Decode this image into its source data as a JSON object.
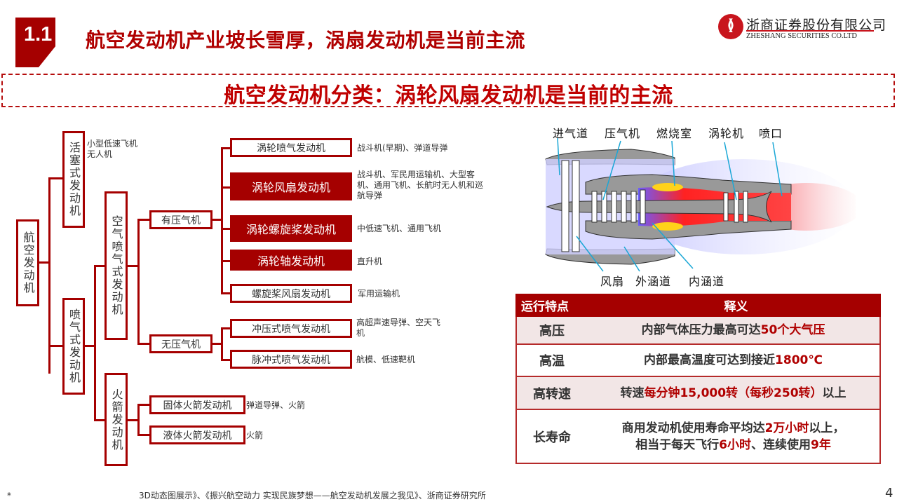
{
  "header": {
    "section_number": "1.1",
    "title": "航空发动机产业坡长雪厚，涡扇发动机是当前主流",
    "logo": {
      "cn": "浙商证券股份有限公司",
      "en": "ZHESHANG SECURITIES CO.LTD",
      "brand_color": "#c8151d"
    }
  },
  "banner": {
    "title": "航空发动机分类：涡轮风扇发动机是当前的主流"
  },
  "tree": {
    "root": "航空发动机",
    "piston": {
      "label": "活塞式发动机",
      "note": [
        "小型低速飞机",
        "无人机"
      ]
    },
    "jet": {
      "label": "喷气式发动机"
    },
    "air_jet": {
      "label": "空气喷气式发动机"
    },
    "rocket": {
      "label": "火箭发动机"
    },
    "with_compressor": {
      "label": "有压气机"
    },
    "without_compressor": {
      "label": "无压气机"
    },
    "compressor_engines": [
      {
        "label": "涡轮喷气发动机",
        "note": "战斗机(早期)、弹道导弹",
        "highlight": false
      },
      {
        "label": "涡轮风扇发动机",
        "note": "战斗机、军民用运输机、大型客机、通用飞机、长航时无人机和巡航导弹",
        "highlight": true
      },
      {
        "label": "涡轮螺旋桨发动机",
        "note": "中低速飞机、通用飞机",
        "highlight": true
      },
      {
        "label": "涡轮轴发动机",
        "note": "直升机",
        "highlight": true
      },
      {
        "label": "螺旋桨风扇发动机",
        "note": "军用运输机",
        "highlight": false
      }
    ],
    "no_compressor_engines": [
      {
        "label": "冲压式喷气发动机",
        "note": "高超声速导弹、空天飞机"
      },
      {
        "label": "脉冲式喷气发动机",
        "note": "航模、低速靶机"
      }
    ],
    "rocket_engines": [
      {
        "label": "固体火箭发动机",
        "note": "弹道导弹、火箭"
      },
      {
        "label": "液体火箭发动机",
        "note": "火箭"
      }
    ],
    "accent_color": "#a50000"
  },
  "engine_figure": {
    "top_labels": [
      "进气道",
      "压气机",
      "燃烧室",
      "涡轮机",
      "喷口"
    ],
    "bottom_labels": [
      "风扇",
      "外涵道",
      "内涵道"
    ]
  },
  "table": {
    "headers": [
      "运行特点",
      "释义"
    ],
    "rows": [
      {
        "feature": "高压",
        "parts": [
          [
            {
              "t": "内部气体压力最高可达",
              "h": false
            },
            {
              "t": "50个大气压",
              "h": true
            }
          ]
        ]
      },
      {
        "feature": "高温",
        "parts": [
          [
            {
              "t": "内部最高温度可达到接近",
              "h": false
            },
            {
              "t": "1800℃",
              "h": true
            }
          ]
        ]
      },
      {
        "feature": "高转速",
        "parts": [
          [
            {
              "t": "转速",
              "h": false
            },
            {
              "t": "每分钟15,000转（每秒250转）",
              "h": true
            },
            {
              "t": "以上",
              "h": false
            }
          ]
        ]
      },
      {
        "feature": "长寿命",
        "parts": [
          [
            {
              "t": "商用发动机使用寿命平均达",
              "h": false
            },
            {
              "t": "2万小时",
              "h": true
            },
            {
              "t": "以上，",
              "h": false
            }
          ],
          [
            {
              "t": "相当于每天飞行",
              "h": false
            },
            {
              "t": "6小时",
              "h": true
            },
            {
              "t": "、连续使用",
              "h": false
            },
            {
              "t": "9年",
              "h": true
            }
          ]
        ]
      }
    ],
    "row_text": {
      "r0": [
        "内部气体压力最高可达",
        "50个大气压"
      ],
      "r1": [
        "内部最高温度可达到接近",
        "1800℃"
      ],
      "r2": [
        "转速",
        "每分钟15,000转（每秒250转）",
        "以上"
      ],
      "r3a": [
        "商用发动机使用寿命平均达",
        "2万小时",
        "以上，"
      ],
      "r3b": [
        "相当于每天飞行",
        "6小时",
        "、连续使用",
        "9年"
      ]
    },
    "highlight_color": "#b00000"
  },
  "footer": {
    "marker": "*",
    "source": "3D动态图展示》、《振兴航空动力 实现民族梦想——航空发动机发展之我见》、浙商证券研究所",
    "page": "4"
  }
}
